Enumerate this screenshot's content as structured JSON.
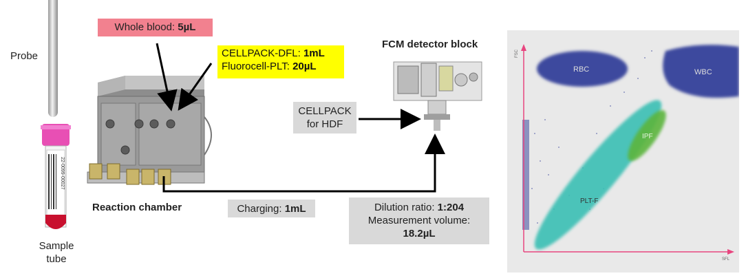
{
  "probe": {
    "label": "Probe"
  },
  "sample_tube": {
    "label_line1": "Sample",
    "label_line2": "tube",
    "barcode_text": "22-0099-00027"
  },
  "whole_blood": {
    "label": "Whole blood:",
    "value": "5µL"
  },
  "reagents": {
    "line1_label": "CELLPACK-DFL:",
    "line1_value": "1mL",
    "line2_label": "Fluorocell-PLT:",
    "line2_value": "20µL"
  },
  "reaction_chamber": {
    "label": "Reaction chamber"
  },
  "fcm": {
    "label": "FCM detector block"
  },
  "cellpack_hdf": {
    "line1": "CELLPACK",
    "line2": "for HDF"
  },
  "charging": {
    "label": "Charging:",
    "value": "1mL"
  },
  "dilution": {
    "ratio_label": "Dilution ratio:",
    "ratio_value": "1:204",
    "volume_label": "Measurement volume:",
    "volume_value": "18.2µL"
  },
  "scattergram": {
    "y_axis_label": "FSC",
    "x_axis_label": "SFL",
    "populations": [
      "RBC",
      "WBC",
      "IPF",
      "PLT-F"
    ],
    "colors": {
      "axis": "#e8457f",
      "rbc_wbc": "#3d4a9e",
      "plt": "#3bbfb4",
      "ipf": "#5cb53d"
    }
  }
}
